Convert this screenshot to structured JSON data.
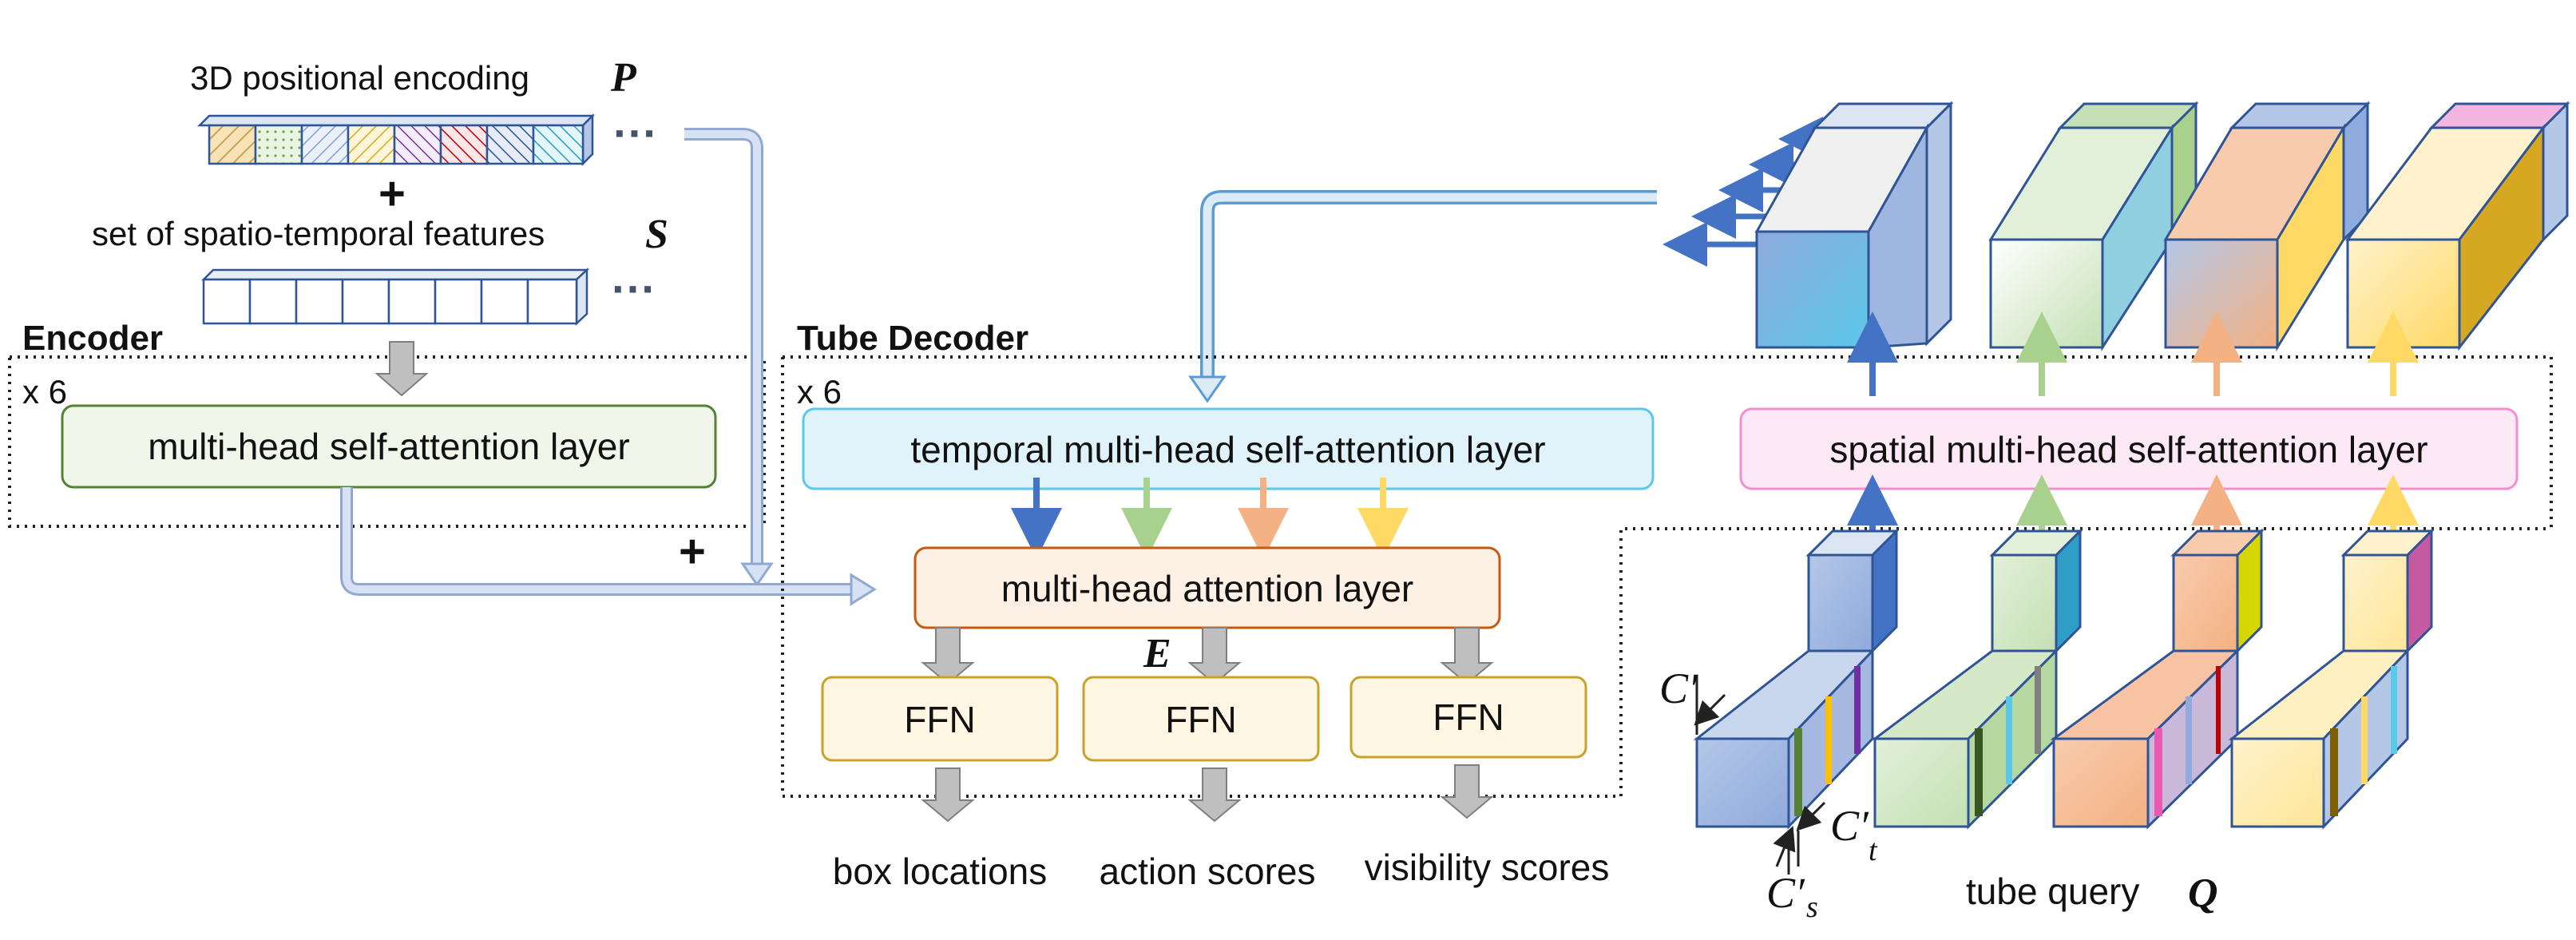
{
  "encoding": {
    "label": "3D positional encoding",
    "symbol": "P",
    "plus": "+",
    "dots": "···"
  },
  "features": {
    "label": "set of spatio-temporal features",
    "symbol": "S",
    "dots": "···"
  },
  "encoder": {
    "title": "Encoder",
    "repeat": "x 6",
    "layer": "multi-head self-attention layer",
    "plus": "+"
  },
  "decoder": {
    "title": "Tube Decoder",
    "repeat": "x 6",
    "temporal_layer": "temporal multi-head self-attention layer",
    "spatial_layer": "spatial multi-head self-attention layer",
    "attention_layer": "multi-head attention layer",
    "embedding_symbol": "E",
    "ffn": [
      "FFN",
      "FFN",
      "FFN"
    ],
    "outputs": [
      "box locations",
      "action scores",
      "visibility scores"
    ]
  },
  "tube_query": {
    "label": "tube query",
    "symbol": "Q",
    "dim_c": "C′",
    "dim_t": "C′",
    "dim_t_sub": "t",
    "dim_s": "C′",
    "dim_s_sub": "s"
  },
  "colors": {
    "blue": "#4472c4",
    "green": "#a9d18e",
    "orange": "#f4b183",
    "yellow": "#ffd966",
    "pipe_fill": "#cfdcf0",
    "pipe_stroke": "#8fa9d3",
    "gray_arrow": "#bfbfbf",
    "encoder_box_fill": "#f0f6ea",
    "encoder_box_stroke": "#548235",
    "temporal_fill": "#e0f3fb",
    "temporal_stroke": "#5bc8ea",
    "spatial_fill": "#fde9f5",
    "spatial_stroke": "#f48fcf",
    "attention_fill": "#fdf0e5",
    "attention_stroke": "#c55a11",
    "ffn_fill": "#fff7e3",
    "ffn_stroke": "#c9a227"
  }
}
